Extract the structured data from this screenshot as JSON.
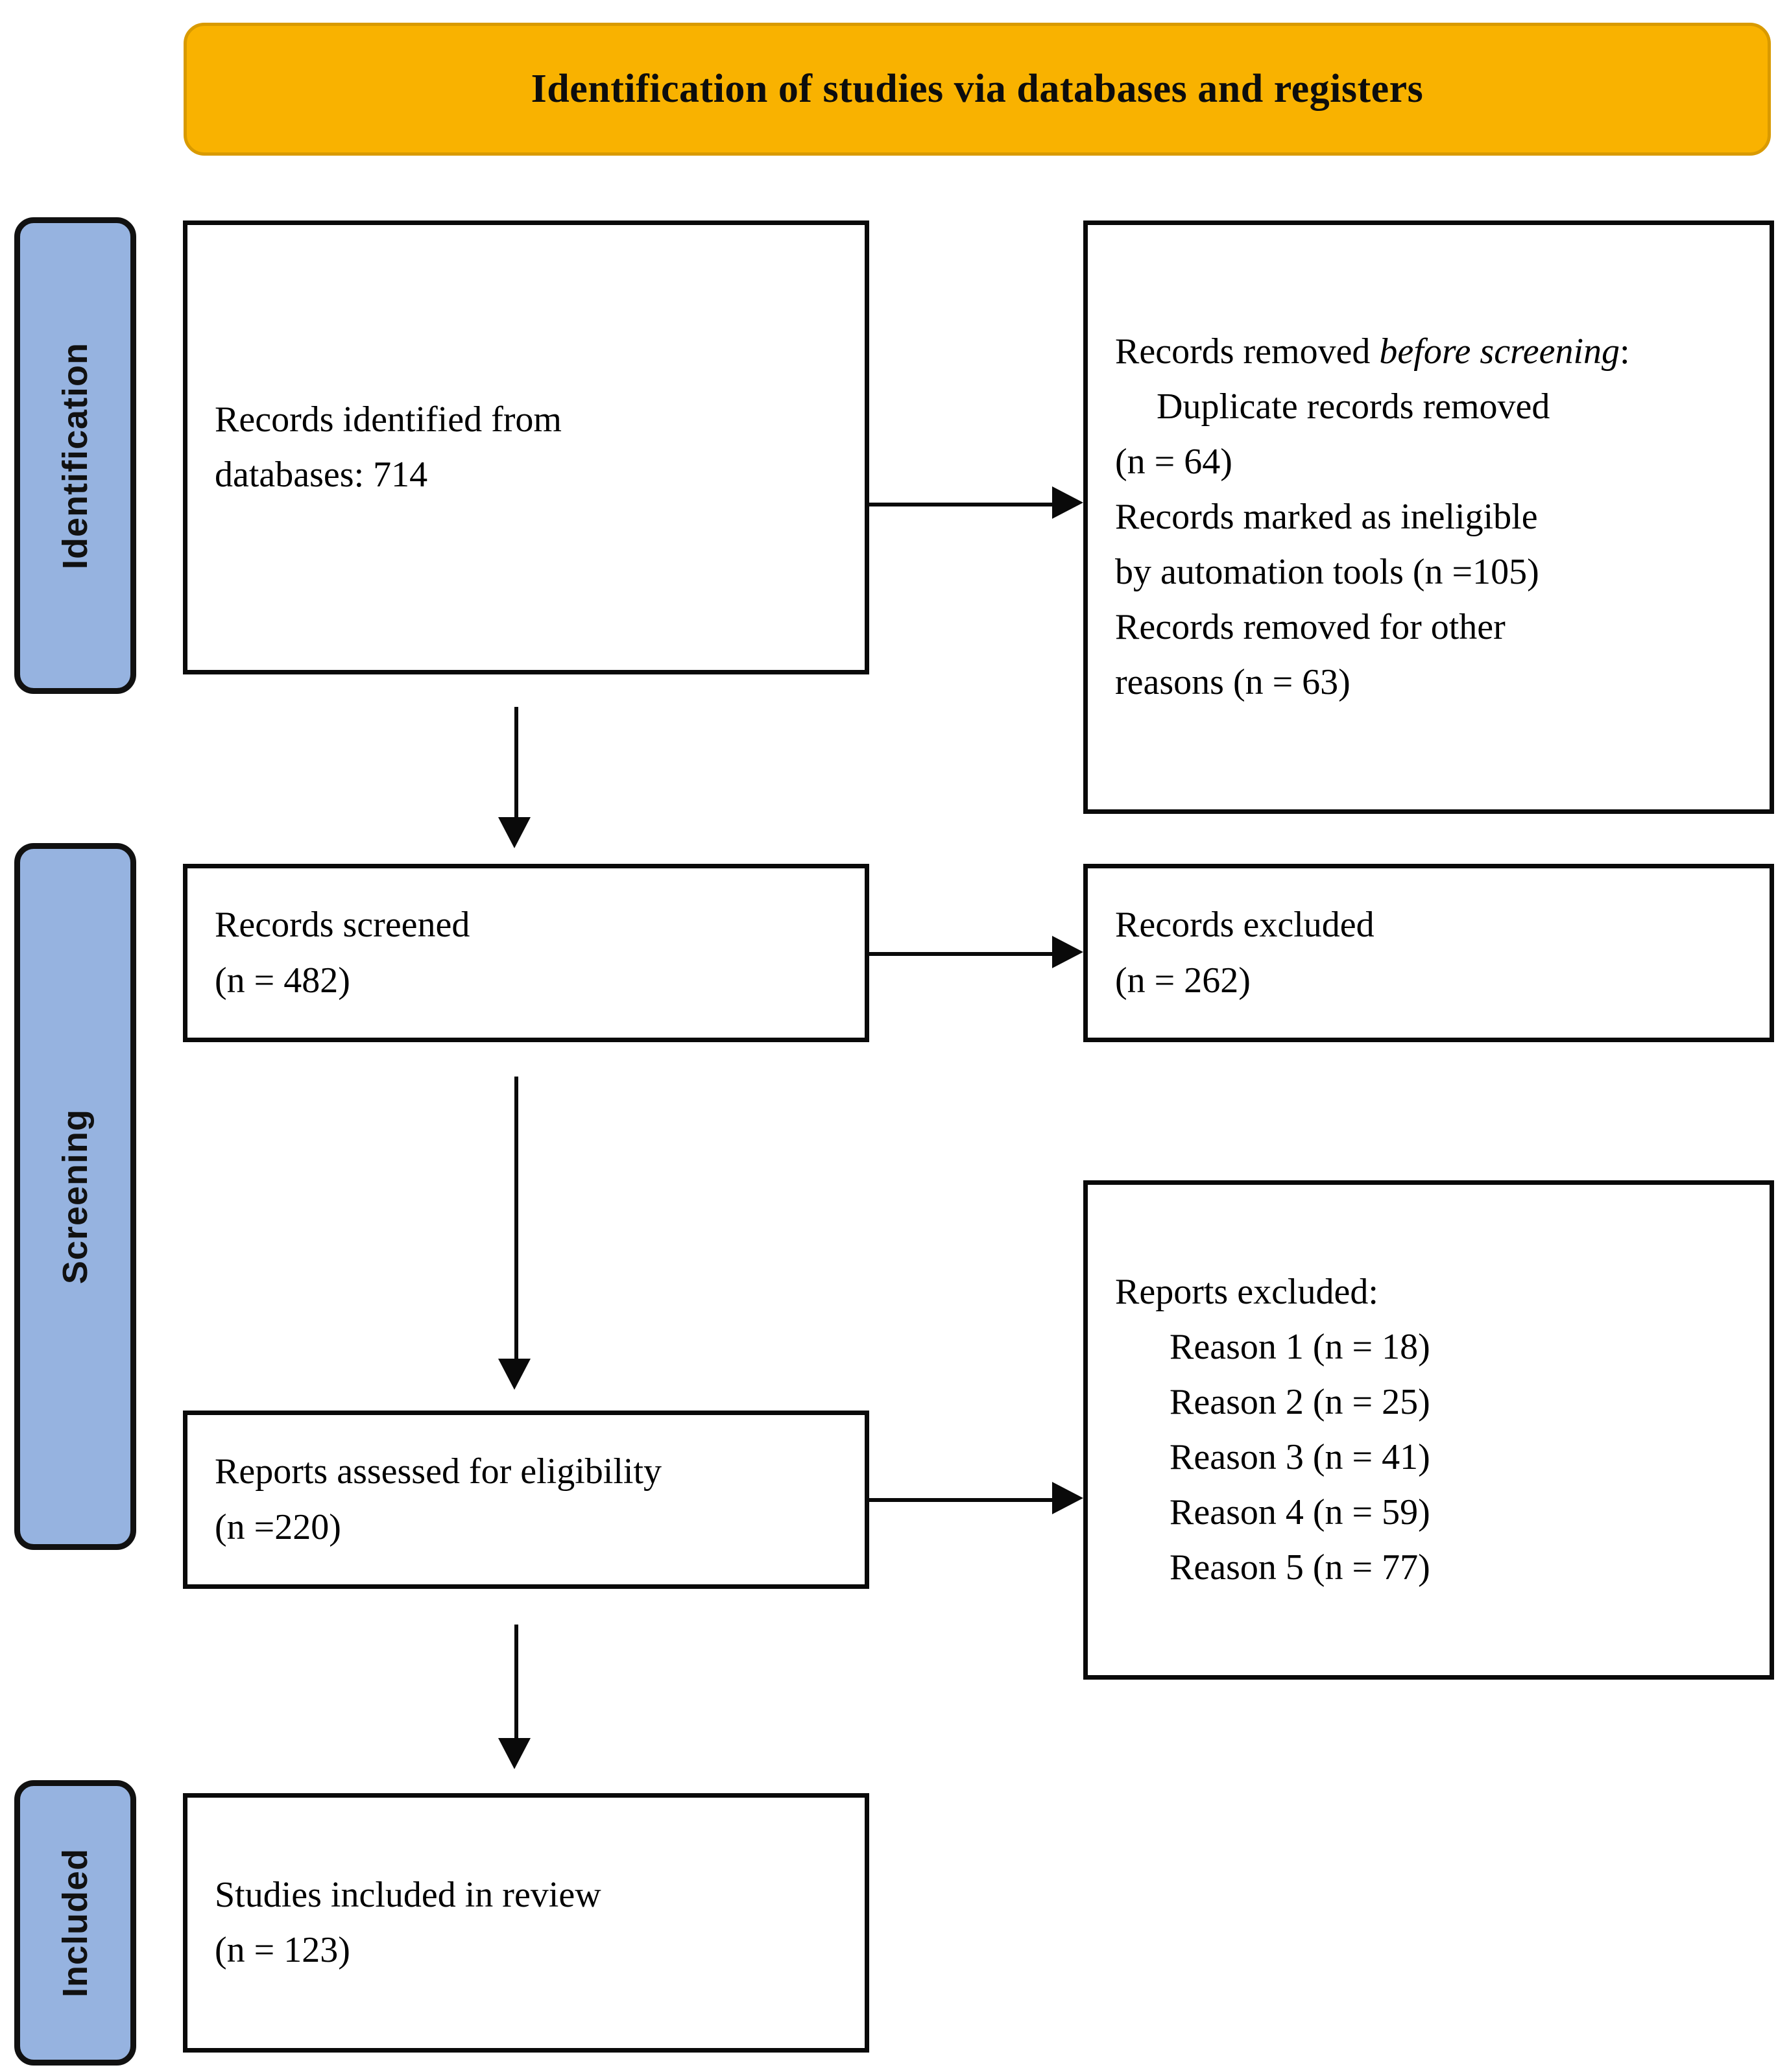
{
  "banner": {
    "title": "Identification of studies via databases and registers",
    "background_color": "#F9B200",
    "border_color": "#D99A00"
  },
  "stages": {
    "color": "#96B3E0",
    "identification": "Identification",
    "screening": "Screening",
    "included": "Included"
  },
  "boxes": {
    "identified": {
      "line1": "Records identified from",
      "line2": "databases: 714"
    },
    "removed_before_screening": {
      "heading_prefix": "Records removed ",
      "heading_italic": "before screening",
      "heading_suffix": ":",
      "item1": "Duplicate records removed",
      "item1b": "(n = 64)",
      "item2": "Records marked as ineligible",
      "item2b": "by automation tools (n =105)",
      "item3": "Records removed for other",
      "item3b": "reasons (n = 63)"
    },
    "records_screened": {
      "line1": "Records screened",
      "line2": "(n = 482)"
    },
    "records_excluded": {
      "line1": "Records excluded",
      "line2": "(n = 262)"
    },
    "reports_eligibility": {
      "line1": "Reports assessed for eligibility",
      "line2": "(n =220)"
    },
    "reports_excluded": {
      "heading": "Reports excluded:",
      "reason1": "Reason 1 (n = 18)",
      "reason2": "Reason 2 (n = 25)",
      "reason3": "Reason 3 (n = 41)",
      "reason4": "Reason 4 (n = 59)",
      "reason5": "Reason 5 (n = 77)"
    },
    "studies_included": {
      "line1": "Studies included in review",
      "line2": "(n = 123)"
    }
  },
  "chart_data": {
    "type": "diagram",
    "title": "Identification of studies via databases and registers",
    "flow": [
      {
        "stage": "Identification",
        "node": "Records identified from databases",
        "n": 714
      },
      {
        "stage": "Identification",
        "node": "Duplicate records removed",
        "n": 64
      },
      {
        "stage": "Identification",
        "node": "Records marked as ineligible by automation tools",
        "n": 105
      },
      {
        "stage": "Identification",
        "node": "Records removed for other reasons",
        "n": 63
      },
      {
        "stage": "Screening",
        "node": "Records screened",
        "n": 482
      },
      {
        "stage": "Screening",
        "node": "Records excluded",
        "n": 262
      },
      {
        "stage": "Screening",
        "node": "Reports assessed for eligibility",
        "n": 220
      },
      {
        "stage": "Screening",
        "node": "Reports excluded - Reason 1",
        "n": 18
      },
      {
        "stage": "Screening",
        "node": "Reports excluded - Reason 2",
        "n": 25
      },
      {
        "stage": "Screening",
        "node": "Reports excluded - Reason 3",
        "n": 41
      },
      {
        "stage": "Screening",
        "node": "Reports excluded - Reason 4",
        "n": 59
      },
      {
        "stage": "Screening",
        "node": "Reports excluded - Reason 5",
        "n": 77
      },
      {
        "stage": "Included",
        "node": "Studies included in review",
        "n": 123
      }
    ]
  }
}
